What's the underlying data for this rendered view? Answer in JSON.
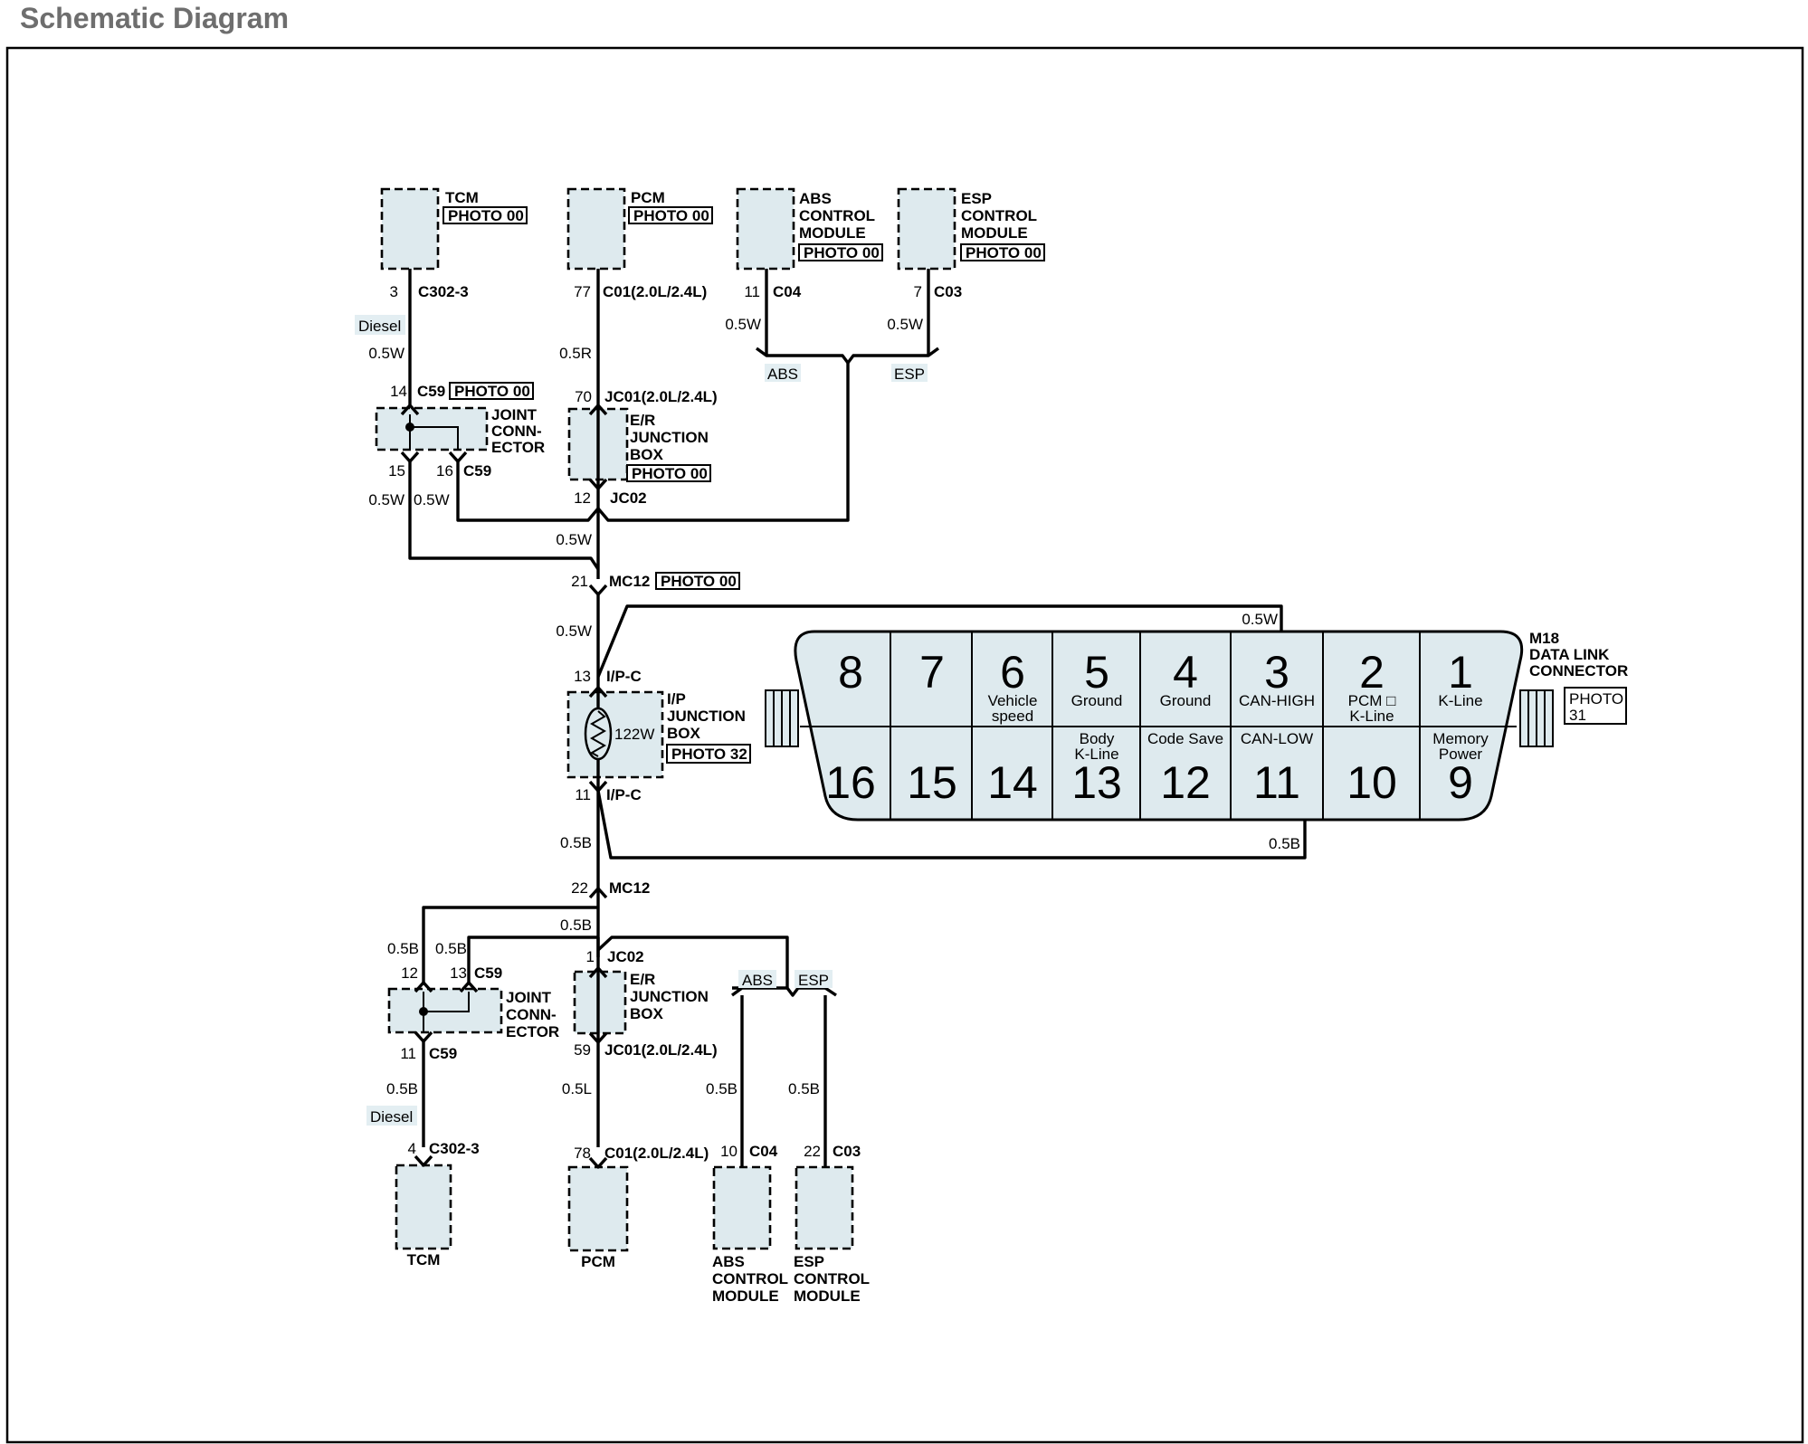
{
  "title": "Schematic Diagram",
  "top": {
    "tcm": {
      "name": "TCM",
      "photo": "PHOTO 00",
      "pin": "3",
      "conn": "C302-3",
      "tag": "Diesel",
      "wire": "0.5W"
    },
    "pcm": {
      "name": "PCM",
      "photo": "PHOTO 00",
      "pin": "77",
      "conn": "C01(2.0L/2.4L)",
      "wire": "0.5R"
    },
    "abs": {
      "name": [
        "ABS",
        "CONTROL",
        "MODULE"
      ],
      "photo": "PHOTO 00",
      "pin": "11",
      "conn": "C04",
      "wire": "0.5W",
      "tag": "ABS"
    },
    "esp": {
      "name": [
        "ESP",
        "CONTROL",
        "MODULE"
      ],
      "photo": "PHOTO 00",
      "pin": "7",
      "conn": "C03",
      "wire": "0.5W",
      "tag": "ESP"
    },
    "joint": {
      "name": [
        "JOINT",
        "CONN-",
        "ECTOR"
      ],
      "in_pin": "14",
      "in_conn": "C59",
      "photo": "PHOTO 00",
      "out_pin_a": "15",
      "out_pin_b": "16",
      "out_conn": "C59",
      "wire_a": "0.5W",
      "wire_b": "0.5W"
    },
    "er_box": {
      "name": [
        "E/R",
        "JUNCTION",
        "BOX"
      ],
      "in_pin": "70",
      "in_conn": "JC01(2.0L/2.4L)",
      "photo": "PHOTO 00",
      "out_pin": "12",
      "out_conn": "JC02",
      "wire": "0.5W"
    },
    "mc12": {
      "pin": "21",
      "conn": "MC12",
      "photo": "PHOTO 00",
      "wire": "0.5W"
    }
  },
  "ip_box": {
    "name": [
      "I/P",
      "JUNCTION",
      "BOX"
    ],
    "photo": "PHOTO 32",
    "resistor": "122W",
    "top_pin": "13",
    "top_conn": "I/P-C",
    "bottom_pin": "11",
    "bottom_conn": "I/P-C"
  },
  "dlc": {
    "name": [
      "M18",
      "DATA LINK",
      "CONNECTOR"
    ],
    "photo": [
      "PHOTO",
      "31"
    ],
    "can_high_wire": "0.5W",
    "can_low_wire": "0.5B",
    "top_row": [
      {
        "num": "8",
        "desc": []
      },
      {
        "num": "7",
        "desc": []
      },
      {
        "num": "6",
        "desc": [
          "Vehicle",
          "speed"
        ]
      },
      {
        "num": "5",
        "desc": [
          "Ground"
        ]
      },
      {
        "num": "4",
        "desc": [
          "Ground"
        ]
      },
      {
        "num": "3",
        "desc": [
          "CAN-HIGH"
        ]
      },
      {
        "num": "2",
        "desc": [
          "PCM □",
          "K-Line"
        ]
      },
      {
        "num": "1",
        "desc": [
          "K-Line"
        ]
      }
    ],
    "bottom_row": [
      {
        "num": "16",
        "desc": []
      },
      {
        "num": "15",
        "desc": []
      },
      {
        "num": "14",
        "desc": []
      },
      {
        "num": "13",
        "desc": [
          "Body",
          "K-Line"
        ]
      },
      {
        "num": "12",
        "desc": [
          "Code Save"
        ]
      },
      {
        "num": "11",
        "desc": [
          "CAN-LOW"
        ]
      },
      {
        "num": "10",
        "desc": []
      },
      {
        "num": "9",
        "desc": [
          "Memory",
          "Power"
        ]
      }
    ]
  },
  "bottom": {
    "ip_wire": "0.5B",
    "mc12": {
      "pin": "22",
      "conn": "MC12",
      "wire": "0.5B"
    },
    "joint": {
      "name": [
        "JOINT",
        "CONN-",
        "ECTOR"
      ],
      "in_pin_a": "12",
      "in_pin_b": "13",
      "in_conn": "C59",
      "wire_a": "0.5B",
      "wire_b": "0.5B",
      "out_pin": "11",
      "out_conn": "C59",
      "wire": "0.5B",
      "tag": "Diesel"
    },
    "er_box": {
      "name": [
        "E/R",
        "JUNCTION",
        "BOX"
      ],
      "in_pin": "1",
      "in_conn": "JC02",
      "out_pin": "59",
      "out_conn": "JC01(2.0L/2.4L)",
      "wire": "0.5L"
    },
    "tcm": {
      "name": "TCM",
      "pin": "4",
      "conn": "C302-3"
    },
    "pcm": {
      "name": "PCM",
      "pin": "78",
      "conn": "C01(2.0L/2.4L)"
    },
    "abs": {
      "name": [
        "ABS",
        "CONTROL",
        "MODULE"
      ],
      "pin": "10",
      "conn": "C04",
      "wire": "0.5B",
      "tag": "ABS"
    },
    "esp": {
      "name": [
        "ESP",
        "CONTROL",
        "MODULE"
      ],
      "pin": "22",
      "conn": "C03",
      "wire": "0.5B",
      "tag": "ESP"
    }
  }
}
